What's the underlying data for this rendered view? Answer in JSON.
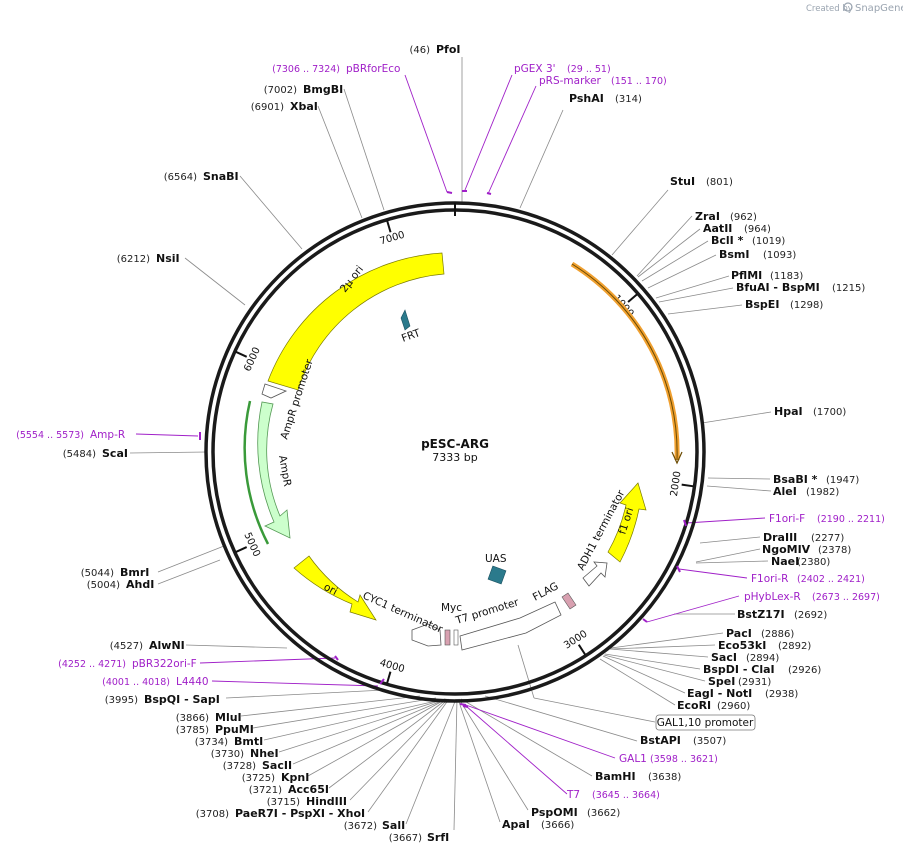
{
  "header": {
    "created_by": "Created by",
    "brand": "SnapGene"
  },
  "plasmid": {
    "name": "pESC-ARG",
    "length_label": "7333 bp",
    "length": 7333
  },
  "ticks": [
    {
      "bp": 1000,
      "label": "1000"
    },
    {
      "bp": 2000,
      "label": "2000"
    },
    {
      "bp": 3000,
      "label": "3000"
    },
    {
      "bp": 4000,
      "label": "4000"
    },
    {
      "bp": 5000,
      "label": "5000"
    },
    {
      "bp": 6000,
      "label": "6000"
    },
    {
      "bp": 7000,
      "label": "7000"
    }
  ],
  "sites": [
    {
      "name": "PfoI",
      "pos": "(46)",
      "bp": 46
    },
    {
      "name": "PshAI",
      "pos": "(314)",
      "bp": 314
    },
    {
      "name": "StuI",
      "pos": "(801)",
      "bp": 801
    },
    {
      "name": "ZraI",
      "pos": "(962)",
      "bp": 962
    },
    {
      "name": "AatII",
      "pos": "(964)",
      "bp": 964
    },
    {
      "name": "BclI *",
      "pos": "(1019)",
      "bp": 1019
    },
    {
      "name": "BsmI",
      "pos": "(1093)",
      "bp": 1093
    },
    {
      "name": "PflMI",
      "pos": "(1183)",
      "bp": 1183
    },
    {
      "name": "BfuAI - BspMI",
      "pos": "(1215)",
      "bp": 1215
    },
    {
      "name": "BspEI",
      "pos": "(1298)",
      "bp": 1298
    },
    {
      "name": "HpaI",
      "pos": "(1700)",
      "bp": 1700
    },
    {
      "name": "BsaBI *",
      "pos": "(1947)",
      "bp": 1947
    },
    {
      "name": "AleI",
      "pos": "(1982)",
      "bp": 1982
    },
    {
      "name": "DraIII",
      "pos": "(2277)",
      "bp": 2277
    },
    {
      "name": "NgoMIV",
      "pos": "(2378)",
      "bp": 2378
    },
    {
      "name": "NaeI",
      "pos": "(2380)",
      "bp": 2380
    },
    {
      "name": "BstZ17I",
      "pos": "(2692)",
      "bp": 2692
    },
    {
      "name": "PacI",
      "pos": "(2886)",
      "bp": 2886
    },
    {
      "name": "Eco53kI",
      "pos": "(2892)",
      "bp": 2892
    },
    {
      "name": "SacI",
      "pos": "(2894)",
      "bp": 2894
    },
    {
      "name": "BspDI - ClaI",
      "pos": "(2926)",
      "bp": 2926
    },
    {
      "name": "SpeI",
      "pos": "(2931)",
      "bp": 2931
    },
    {
      "name": "EagI - NotI",
      "pos": "(2938)",
      "bp": 2938
    },
    {
      "name": "EcoRI",
      "pos": "(2960)",
      "bp": 2960
    },
    {
      "name": "BstAPI",
      "pos": "(3507)",
      "bp": 3507
    },
    {
      "name": "BamHI",
      "pos": "(3638)",
      "bp": 3638
    },
    {
      "name": "PspOMI",
      "pos": "(3662)",
      "bp": 3662
    },
    {
      "name": "ApaI",
      "pos": "(3666)",
      "bp": 3666
    },
    {
      "name": "SrfI",
      "pos": "(3667)",
      "bp": 3667
    },
    {
      "name": "SalI",
      "pos": "(3672)",
      "bp": 3672
    },
    {
      "name": "PaeR7I - PspXI - XhoI",
      "pos": "(3708)",
      "bp": 3708
    },
    {
      "name": "HindIII",
      "pos": "(3715)",
      "bp": 3715
    },
    {
      "name": "Acc65I",
      "pos": "(3721)",
      "bp": 3721
    },
    {
      "name": "KpnI",
      "pos": "(3725)",
      "bp": 3725
    },
    {
      "name": "SacII",
      "pos": "(3728)",
      "bp": 3728
    },
    {
      "name": "NheI",
      "pos": "(3730)",
      "bp": 3730
    },
    {
      "name": "BmtI",
      "pos": "(3734)",
      "bp": 3734
    },
    {
      "name": "PpuMI",
      "pos": "(3785)",
      "bp": 3785
    },
    {
      "name": "MluI",
      "pos": "(3866)",
      "bp": 3866
    },
    {
      "name": "BspQI - SapI",
      "pos": "(3995)",
      "bp": 3995
    },
    {
      "name": "AlwNI",
      "pos": "(4527)",
      "bp": 4527
    },
    {
      "name": "AhdI",
      "pos": "(5004)",
      "bp": 5004
    },
    {
      "name": "BmrI",
      "pos": "(5044)",
      "bp": 5044
    },
    {
      "name": "ScaI",
      "pos": "(5484)",
      "bp": 5484
    },
    {
      "name": "NsiI",
      "pos": "(6212)",
      "bp": 6212
    },
    {
      "name": "SnaBI",
      "pos": "(6564)",
      "bp": 6564
    },
    {
      "name": "XbaI",
      "pos": "(6901)",
      "bp": 6901
    },
    {
      "name": "BmgBI",
      "pos": "(7002)",
      "bp": 7002
    }
  ],
  "primers": [
    {
      "name": "pBRforEco",
      "range": "(7306 .. 7324)",
      "bp": 7315
    },
    {
      "name": "pGEX 3'",
      "range": "(29 .. 51)",
      "bp": 40
    },
    {
      "name": "pRS-marker",
      "range": "(151 .. 170)",
      "bp": 160
    },
    {
      "name": "Amp-R",
      "range": "(5554 .. 5573)",
      "bp": 5563
    },
    {
      "name": "F1ori-F",
      "range": "(2190 .. 2211)",
      "bp": 2200
    },
    {
      "name": "F1ori-R",
      "range": "(2402 .. 2421)",
      "bp": 2411
    },
    {
      "name": "pHybLex-R",
      "range": "(2673 .. 2697)",
      "bp": 2685
    },
    {
      "name": "pBR322ori-F",
      "range": "(4252 .. 4271)",
      "bp": 4261
    },
    {
      "name": "L4440",
      "range": "(4001 .. 4018)",
      "bp": 4009
    },
    {
      "name": "GAL1",
      "range": "(3598 .. 3621)",
      "bp": 3609
    },
    {
      "name": "T7",
      "range": "(3645 .. 3664)",
      "bp": 3654
    }
  ],
  "features": [
    {
      "name": "2μ ori"
    },
    {
      "name": "FRT"
    },
    {
      "name": "AmpR promoter"
    },
    {
      "name": "AmpR"
    },
    {
      "name": "ori"
    },
    {
      "name": "CYC1 terminator"
    },
    {
      "name": "Myc"
    },
    {
      "name": "T7 promoter"
    },
    {
      "name": "FLAG"
    },
    {
      "name": "UAS"
    },
    {
      "name": "ADH1 terminator"
    },
    {
      "name": "f1 ori"
    },
    {
      "name": "GAL1,10 promoter"
    }
  ],
  "colors": {
    "backbone": "#1a1a1a",
    "feature_yellow": "#ffff00",
    "feature_green": "#ccffcc",
    "feature_orange": "#f0a030",
    "feature_teal": "#2b7a8c",
    "feature_pink": "#d8a0b0",
    "primer": "#a020c8"
  }
}
